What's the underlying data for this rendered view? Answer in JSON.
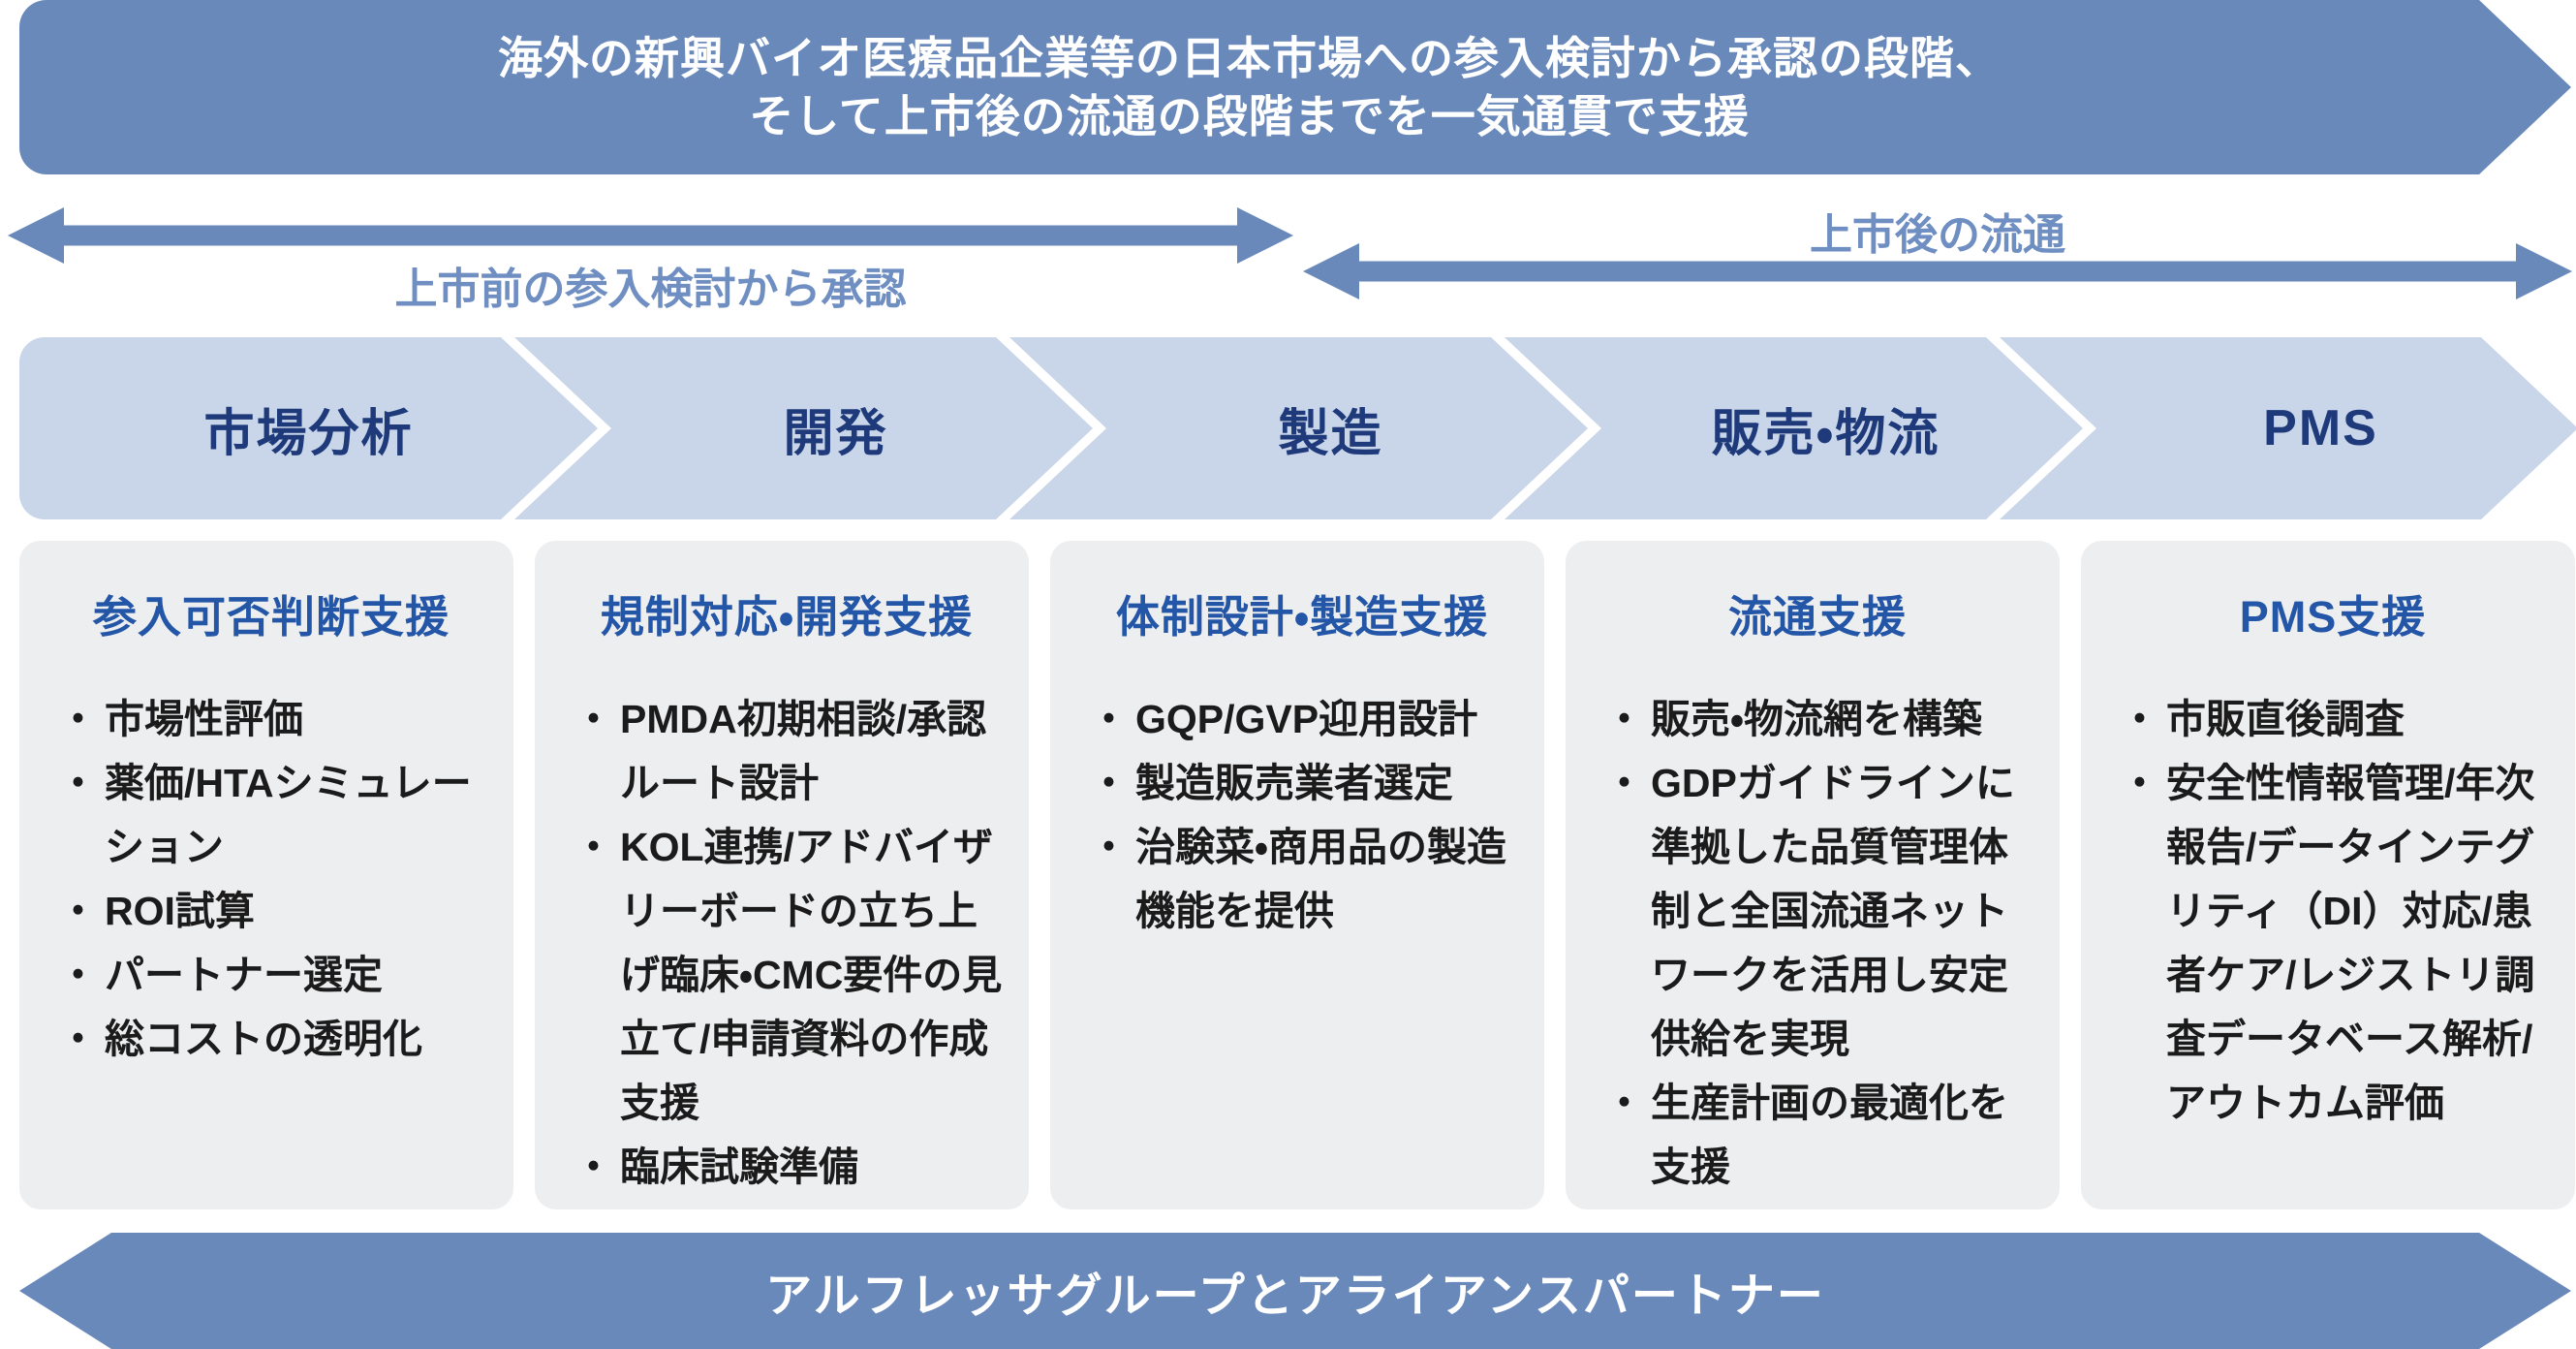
{
  "top_banner": {
    "title_line1": "海外の新興バイオ医療品企業等の日本市場への参入検討から承認の段階、",
    "title_line2": "そして上市後の流通の段階までを一気通貫で支援"
  },
  "phase_arrows": {
    "pre_market_label": "上市前の参入検討から承認",
    "post_market_label": "上市後の流通"
  },
  "process_steps": [
    "市場分析",
    "開発",
    "製造",
    "販売・物流",
    "PMS"
  ],
  "bullet_char": "・",
  "support_columns": [
    {
      "header": "参入可否判断支援",
      "bullets": [
        "市場性評価",
        "薬価/HTAシミュレーション",
        "ROI試算",
        "パートナー選定",
        "総コストの透明化"
      ]
    },
    {
      "header": "規制対応・開発支援",
      "bullets": [
        "PMDA初期相談/承認ルート設計",
        "KOL連携/アドバイザリーボードの立ち上げ臨床・CMC要件の見立て/申請資料の作成支援",
        "臨床試験準備"
      ]
    },
    {
      "header": "体制設計・製造支援",
      "bullets": [
        "GQP/GVP迎用設計",
        "製造販売業者選定",
        "治験菜・商用品の製造機能を提供"
      ]
    },
    {
      "header": "流通支援",
      "bullets": [
        "販売・物流網を構築",
        "GDPガイドラインに準拠した品質管理体制と全国流通ネットワークを活用し安定供給を実現",
        "生産計画の最適化を支援"
      ]
    },
    {
      "header": "PMS支援",
      "bullets": [
        "市販直後調査",
        "安全性情報管理/年次報告/データインテグリティ（DI）対応/患者ケア/レジストリ調査データベース解析/アウトカム評価"
      ]
    }
  ],
  "bottom_banner": {
    "label": "アルフレッサグループとアライアンスパートナー"
  },
  "colors": {
    "banner_blue": "#6a89bb",
    "arrow_blue": "#6a89bb",
    "arrow_label_blue": "#6f8ec2",
    "chevron_fill": "#c9d6e9",
    "chevron_text": "#1e3a7a",
    "column_background": "#edeef0",
    "column_header_blue": "#2456a8",
    "body_text": "#1b1b1b",
    "page_background": "#ffffff"
  }
}
